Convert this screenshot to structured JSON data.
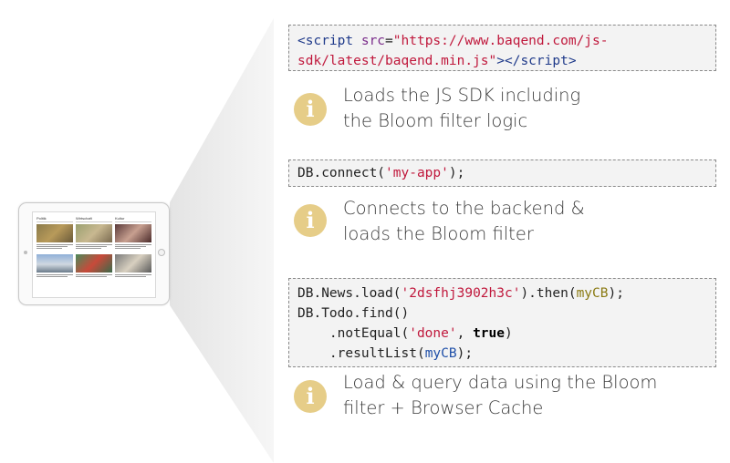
{
  "tablet": {
    "columns": [
      {
        "header": "Politik"
      },
      {
        "header": "Wirtschaft"
      },
      {
        "header": "Kultur"
      }
    ]
  },
  "steps": [
    {
      "code_lines": [
        [
          {
            "t": "<script ",
            "c": "tag"
          },
          {
            "t": "src",
            "c": "attr"
          },
          {
            "t": "=",
            "c": ""
          },
          {
            "t": "\"https://www.baqend.com/js-",
            "c": "str"
          }
        ],
        [
          {
            "t": "sdk/latest/baqend.min.js\"",
            "c": "str"
          },
          {
            "t": "></",
            "c": "tag"
          },
          {
            "t": "script",
            "c": "tag"
          },
          {
            "t": ">",
            "c": "tag"
          }
        ]
      ],
      "icon": "i",
      "desc_lines": [
        "Loads the JS SDK including",
        "the Bloom filter logic"
      ]
    },
    {
      "code_lines": [
        [
          {
            "t": "DB.connect(",
            "c": ""
          },
          {
            "t": "'my-app'",
            "c": "str"
          },
          {
            "t": ");",
            "c": ""
          }
        ]
      ],
      "icon": "i",
      "desc_lines": [
        "Connects to the backend &",
        "loads the Bloom filter"
      ]
    },
    {
      "code_lines": [
        [
          {
            "t": "DB.News.load(",
            "c": ""
          },
          {
            "t": "'2dsfhj3902h3c'",
            "c": "str"
          },
          {
            "t": ").then(",
            "c": ""
          },
          {
            "t": "myCB",
            "c": "fn"
          },
          {
            "t": ");",
            "c": ""
          }
        ],
        [
          {
            "t": "DB.Todo.find()",
            "c": ""
          }
        ],
        [
          {
            "t": "    .notEqual(",
            "c": ""
          },
          {
            "t": "'done'",
            "c": "str"
          },
          {
            "t": ", ",
            "c": ""
          },
          {
            "t": "true",
            "c": "kw"
          },
          {
            "t": ")",
            "c": ""
          }
        ],
        [
          {
            "t": "    .resultList(",
            "c": ""
          },
          {
            "t": "myCB",
            "c": "var"
          },
          {
            "t": ");",
            "c": ""
          }
        ]
      ],
      "icon": "i",
      "desc_lines": [
        "Load & query data using the Bloom",
        "filter + Browser Cache"
      ]
    }
  ],
  "colors": {
    "info_icon": "#e6cd88",
    "code_bg": "#f3f3f3",
    "string": "#c0183c"
  }
}
